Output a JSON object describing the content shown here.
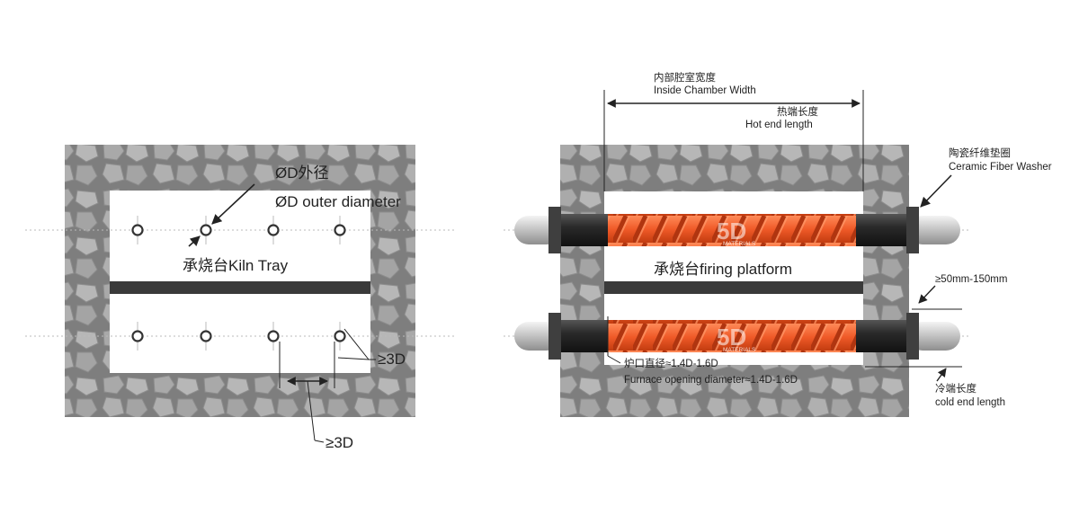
{
  "left_diagram": {
    "outer_diameter_cn": "ØD外径",
    "outer_diameter_en": "ØD outer diameter",
    "kiln_tray": "承烧台Kiln Tray",
    "spacing_vertical": "≥3D",
    "spacing_horizontal": "≥3D"
  },
  "right_diagram": {
    "inside_chamber_width_cn": "内部腔室宽度",
    "inside_chamber_width_en": "Inside Chamber Width",
    "hot_end_length_cn": "热端长度",
    "hot_end_length_en": "Hot end length",
    "ceramic_fiber_washer_cn": "陶瓷纤维垫圈",
    "ceramic_fiber_washer_en": "Ceramic Fiber Washer",
    "firing_platform": "承烧台firing platform",
    "clearance": "≥50mm-150mm",
    "furnace_opening_cn": "炉口直径≈1.4D-1.6D",
    "furnace_opening_en": "Furnace opening diameter≈1.4D-1.6D",
    "cold_end_length_cn": "冷端长度",
    "cold_end_length_en": "cold end length",
    "watermark_big": "5D",
    "watermark_small": "MATERIALS"
  },
  "colors": {
    "stone": "#7d7d7d",
    "stone_light": "#b5b5b5",
    "chamber": "#ffffff",
    "tray": "#3a3a3a",
    "hot_zone": "#f05a28",
    "cold_end": "#2b2b2b",
    "terminal": "#c9c9c9"
  }
}
